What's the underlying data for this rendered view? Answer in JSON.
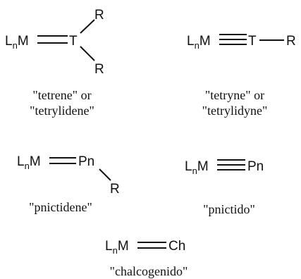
{
  "colors": {
    "ink": "#111111",
    "background": "#ffffff"
  },
  "structures": {
    "tetrene": {
      "metal_main": "L",
      "metal_sub": "n",
      "metal_tail": "M",
      "center_atom": "T",
      "substituent_upper": "R",
      "substituent_lower": "R",
      "bond_order": 2,
      "caption_lines": [
        "\"tetrene\" or",
        "\"tetrylidene\""
      ]
    },
    "tetryne": {
      "metal_main": "L",
      "metal_sub": "n",
      "metal_tail": "M",
      "center_atom": "T",
      "substituent": "R",
      "bond_order": 3,
      "caption_lines": [
        "\"tetryne\" or",
        "\"tetrylidyne\""
      ]
    },
    "pnictidene": {
      "metal_main": "L",
      "metal_sub": "n",
      "metal_tail": "M",
      "center_atom": "Pn",
      "substituent": "R",
      "bond_order": 2,
      "caption_lines": [
        "\"pnictidene\""
      ]
    },
    "pnictido": {
      "metal_main": "L",
      "metal_sub": "n",
      "metal_tail": "M",
      "center_atom": "Pn",
      "bond_order": 3,
      "caption_lines": [
        "\"pnictido\""
      ]
    },
    "chalcogenido": {
      "metal_main": "L",
      "metal_sub": "n",
      "metal_tail": "M",
      "center_atom": "Ch",
      "bond_order": 2,
      "caption_lines": [
        "\"chalcogenido\""
      ]
    }
  }
}
